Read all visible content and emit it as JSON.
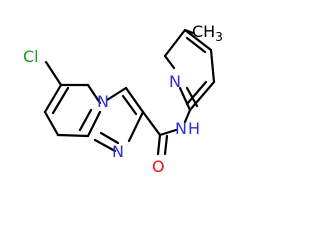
{
  "structure": {
    "atoms": [
      {
        "id": "cl",
        "text": "Cl",
        "color": "#1e9e1e"
      },
      {
        "id": "n-bridge",
        "text": "N",
        "color": "#2f2fd8"
      },
      {
        "id": "n-imidazole",
        "text": "N",
        "color": "#2f2fd8"
      },
      {
        "id": "n-pyridine",
        "text": "N",
        "color": "#2f2fd8"
      },
      {
        "id": "nh",
        "text": "N",
        "color": "#2f2fd8"
      },
      {
        "id": "nh-h",
        "text": "H",
        "color": "#2f2fd8"
      },
      {
        "id": "o",
        "text": "O",
        "color": "#ee1111"
      },
      {
        "id": "ch3",
        "text": "CH",
        "subscript": "3",
        "color": "#000000"
      }
    ],
    "bond_color": "#000000"
  }
}
